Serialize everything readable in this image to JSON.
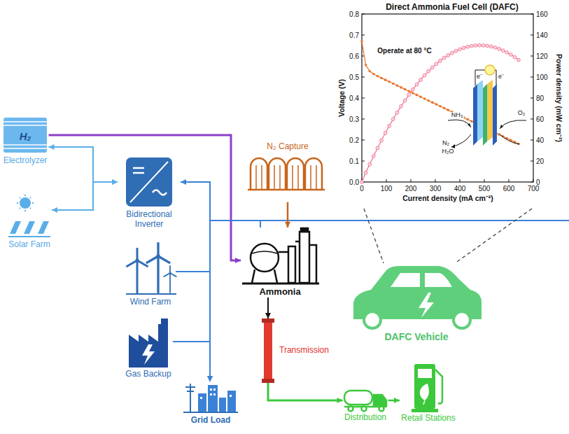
{
  "diagram": {
    "nodes": [
      {
        "text": [
          "H₂",
          "Electrolyzer"
        ]
      },
      {
        "text": [
          "Solar Farm"
        ]
      },
      {
        "text": [
          "Bidirectional Inverter"
        ]
      },
      {
        "text": [
          "Wind Farm"
        ]
      },
      {
        "text": [
          "Gas Backup"
        ]
      },
      {
        "text": [
          "Grid Load"
        ]
      },
      {
        "text": [
          "N₂ Capture"
        ]
      },
      {
        "text": [
          "Ammonia"
        ]
      },
      {
        "text": [
          "Transmission"
        ]
      },
      {
        "text": [
          "Distribution"
        ]
      },
      {
        "text": [
          "Retail Stations"
        ]
      },
      {
        "text": [
          "DAFC Vehicle"
        ]
      },
      {
        "text": [
          "Direct Ammonia Fuel Cell (DAFC)"
        ]
      }
    ],
    "edges": [
      {
        "from": 0,
        "to": 2,
        "arrow": "both"
      },
      {
        "from": 1,
        "to": 2,
        "arrow": "both"
      },
      {
        "from": 0,
        "to": 7,
        "arrow": "to"
      },
      {
        "from": 2,
        "to": 5,
        "arrow": "both"
      },
      {
        "from": 3,
        "to": 5,
        "arrow": "to"
      },
      {
        "from": 4,
        "to": 5,
        "arrow": "to"
      },
      {
        "from": 2,
        "to": 7,
        "arrow": "none"
      },
      {
        "from": 6,
        "to": 7,
        "arrow": "to"
      },
      {
        "from": 7,
        "to": 8,
        "arrow": "to"
      },
      {
        "from": 8,
        "to": 9,
        "arrow": "to"
      },
      {
        "from": 9,
        "to": 10,
        "arrow": "to"
      },
      {
        "from": 12,
        "to": 11,
        "arrow": "none"
      }
    ],
    "labels": [
      "Operate at 80 °C",
      "Voltage (V)",
      "Power density (mW cm⁻²)",
      "Current density (mA cm⁻²)",
      "0.0",
      "0.1",
      "0.2",
      "0.3",
      "0.4",
      "0.5",
      "0.6",
      "0.7",
      "0.8",
      "0",
      "20",
      "40",
      "60",
      "80",
      "100",
      "120",
      "140",
      "160",
      "0",
      "100",
      "200",
      "300",
      "400",
      "500",
      "600",
      "700",
      "NH₃",
      "N₂",
      "H₂O",
      "O₂",
      "e⁻",
      "e⁻"
    ]
  }
}
